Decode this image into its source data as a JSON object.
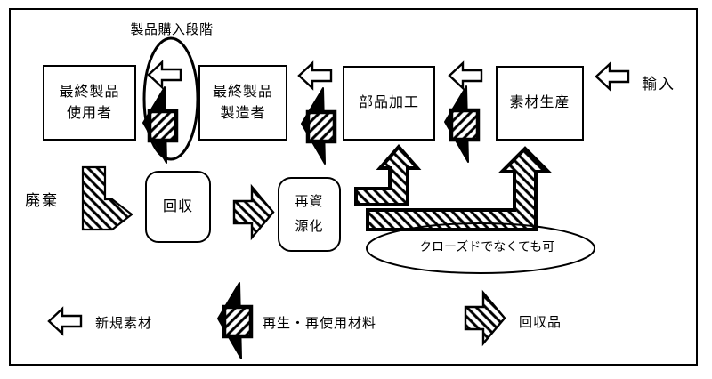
{
  "diagram": {
    "labels": {
      "purchase_stage": "製品購入段階",
      "import": "輸入",
      "waste": "廃棄",
      "closed_loop_note": "クローズドでなくても可"
    },
    "boxes": {
      "final_product_user": {
        "line1": "最終製品",
        "line2": "使用者"
      },
      "final_product_maker": {
        "line1": "最終製品",
        "line2": "製造者"
      },
      "parts_processing": {
        "label": "部品加工"
      },
      "material_production": {
        "label": "素材生産"
      },
      "collection": {
        "label": "回収"
      },
      "recycling": {
        "line1": "再資",
        "line2": "源化"
      }
    },
    "legend": [
      {
        "symbol": "white-left-arrow",
        "label": "新規素材"
      },
      {
        "symbol": "black-hatched-left-arrow",
        "label": "再生・再使用材料"
      },
      {
        "symbol": "hatched-right-arrow",
        "label": "回収品"
      }
    ],
    "colors": {
      "line": "#000000",
      "background": "#ffffff"
    }
  }
}
